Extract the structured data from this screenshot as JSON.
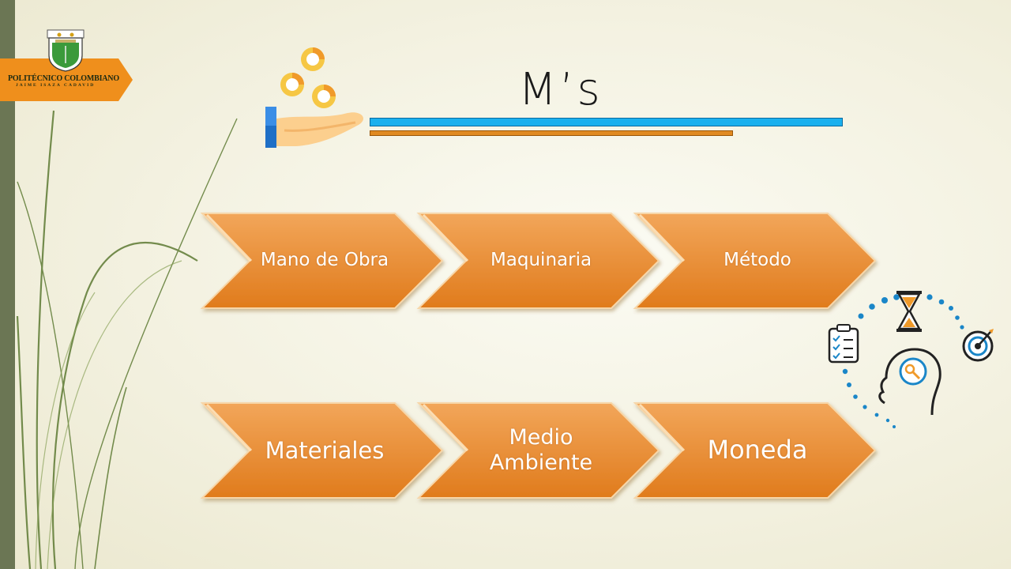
{
  "logo": {
    "name_line1": "POLITÉCNICO COLOMBIANO",
    "name_line2": "JAIME ISAZA CADAVID"
  },
  "slide": {
    "title": "M’s"
  },
  "steps": [
    {
      "label": "Mano de Obra"
    },
    {
      "label": "Maquinaria"
    },
    {
      "label": "Método"
    },
    {
      "label": "Materiales"
    },
    {
      "label": "Medio Ambiente"
    },
    {
      "label": "Moneda"
    }
  ],
  "icons": {
    "header": "coins-hand-icon",
    "side": "mind-productivity-icon"
  },
  "colors": {
    "accent_blue": "#1ab0ee",
    "accent_orange": "#e08a22",
    "sidebar": "#6b7654"
  }
}
